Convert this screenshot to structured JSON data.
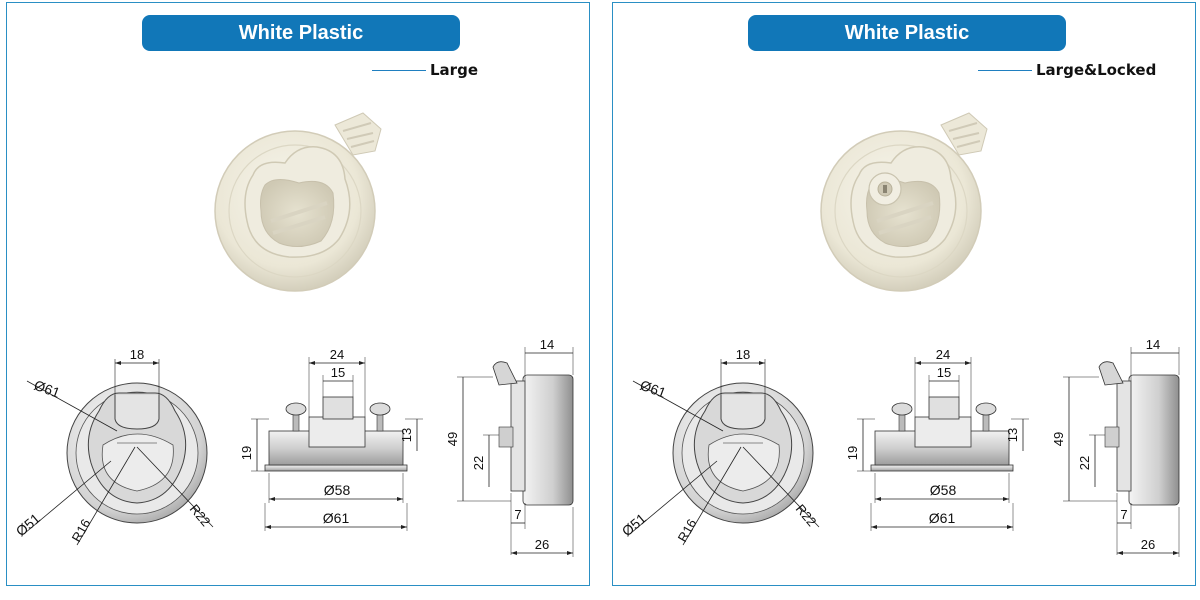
{
  "panels": [
    {
      "material": "White Plastic",
      "variant": "Large",
      "locked": false,
      "dims": {
        "d61": "Ø61",
        "d51": "Ø51",
        "r16": "R16",
        "r22": "R22",
        "w18": "18",
        "w24": "24",
        "w15": "15",
        "h19": "19",
        "h13": "13",
        "d58": "Ø58",
        "d61b": "Ø61",
        "h49": "49",
        "h22": "22",
        "w14": "14",
        "w7": "7",
        "w26": "26"
      }
    },
    {
      "material": "White Plastic",
      "variant": "Large&Locked",
      "locked": true,
      "dims": {
        "d61": "Ø61",
        "d51": "Ø51",
        "r16": "R16",
        "r22": "R22",
        "w18": "18",
        "w24": "24",
        "w15": "15",
        "h19": "19",
        "h13": "13",
        "d58": "Ø58",
        "d61b": "Ø61",
        "h49": "49",
        "h22": "22",
        "w14": "14",
        "w7": "7",
        "w26": "26"
      }
    }
  ],
  "colors": {
    "accent": "#1177b8",
    "border": "#2a8fc4",
    "plastic": "#ede9da",
    "steel": "#d4d4d4"
  }
}
